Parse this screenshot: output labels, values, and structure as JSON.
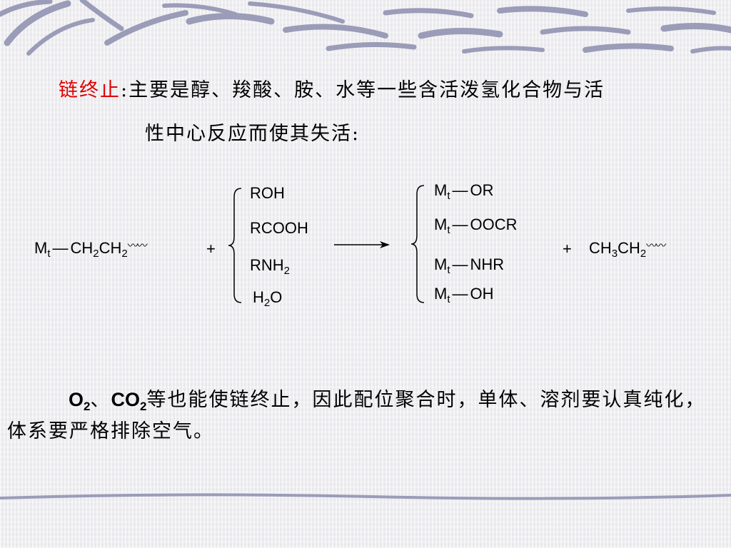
{
  "paragraph1": {
    "term": "链终止",
    "colon": ":",
    "line1": "主要是醇、羧酸、胺、水等一些含活泼氢化合物与活",
    "line2": "性中心反应而使其失活:"
  },
  "equation": {
    "reactant": {
      "m": "M",
      "t": "t",
      "dash": "—",
      "ch": "CH",
      "two_a": "2",
      "ch_b": "CH",
      "two_b": "2",
      "chain": "〰〰"
    },
    "plus1": "+",
    "reagents": [
      {
        "main": "ROH",
        "sub": "",
        "tail": ""
      },
      {
        "main": "RCOOH",
        "sub": "",
        "tail": ""
      },
      {
        "main": "RNH",
        "sub": "2",
        "tail": ""
      },
      {
        "main": "H",
        "sub": "2",
        "tail": "O"
      }
    ],
    "products": [
      {
        "m": "M",
        "t": "t",
        "dash": "—",
        "group": "OR"
      },
      {
        "m": "M",
        "t": "t",
        "dash": "—",
        "group": "OOCR"
      },
      {
        "m": "M",
        "t": "t",
        "dash": "—",
        "group": "NHR"
      },
      {
        "m": "M",
        "t": "t",
        "dash": "—",
        "group": "OH"
      }
    ],
    "plus2": "+",
    "byproduct": {
      "ch": "CH",
      "three": "3",
      "ch_b": "CH",
      "two": "2",
      "chain": "〰〰"
    }
  },
  "paragraph2": {
    "o": "O",
    "o_sub": "2",
    "sep": "、",
    "co": "CO",
    "co_sub": "2",
    "text": "等也能使链终止，因此配位聚合时，单体、溶剂要认真纯化，体系要严格排除空气。"
  },
  "colors": {
    "term": "#e00000",
    "decoration": "#9a9cb8"
  }
}
